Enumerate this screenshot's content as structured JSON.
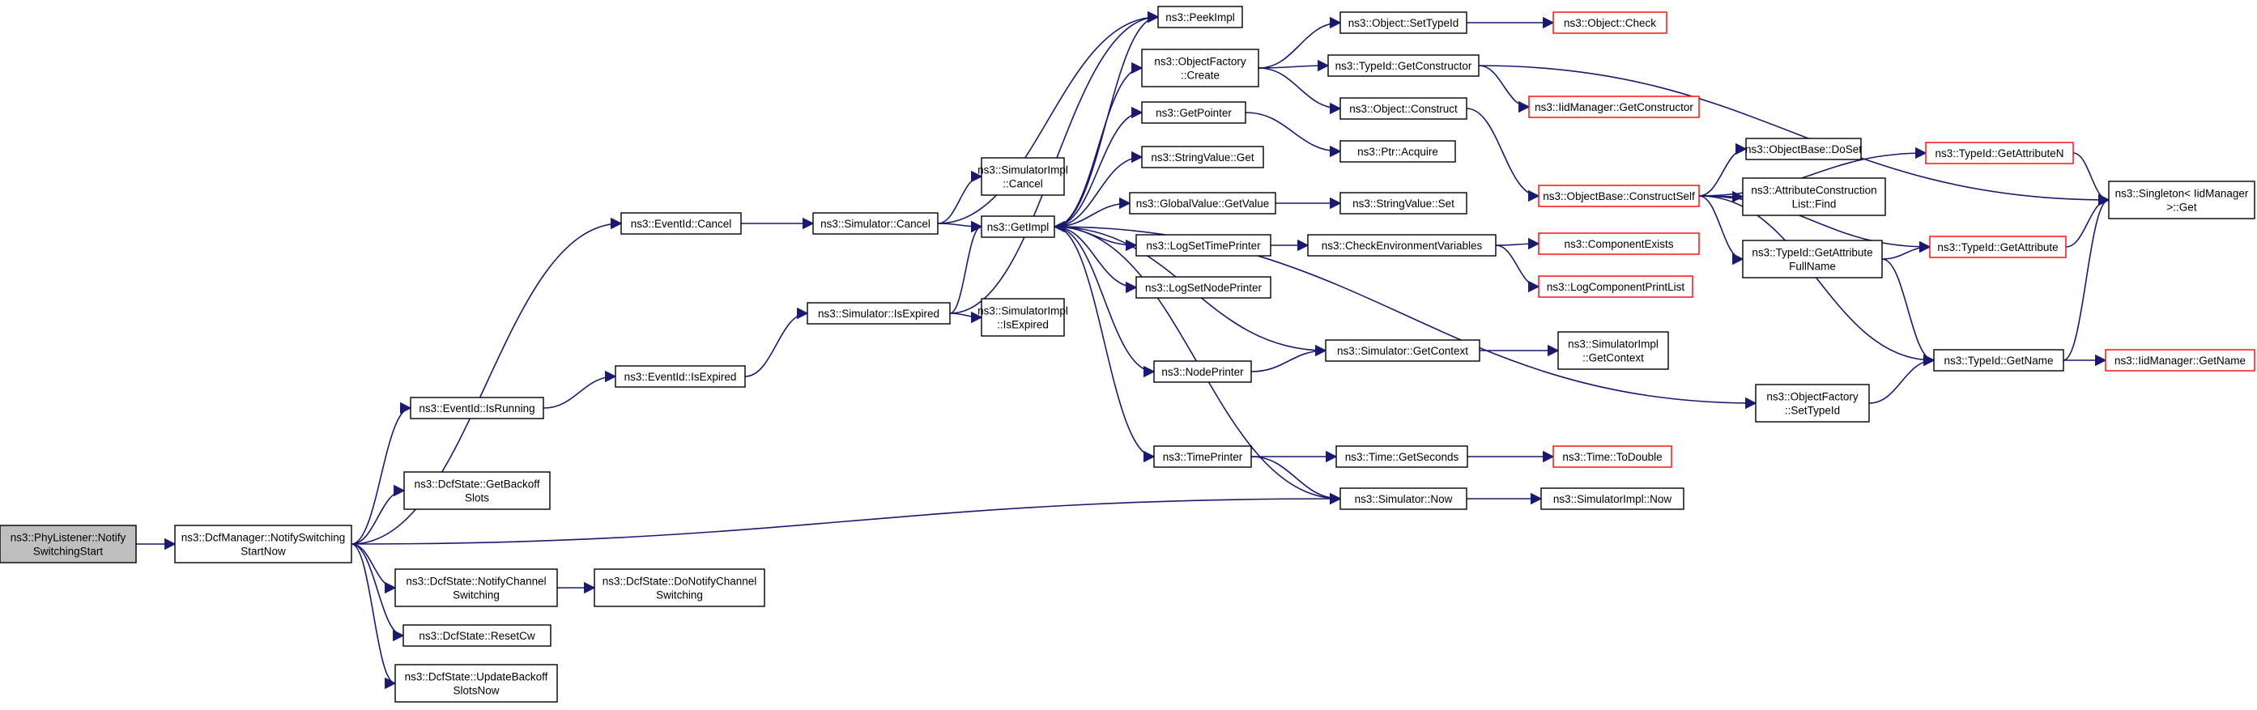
{
  "colors": {
    "edge": "#191970",
    "node_border_documented": "#000000",
    "node_border_undocumented": "#ff0000",
    "node_fill_root": "#bfbfbf",
    "node_fill": "#ffffff"
  },
  "nodes": [
    {
      "id": "root",
      "lines": [
        "ns3::PhyListener::Notify",
        "SwitchingStart"
      ],
      "style": "root"
    },
    {
      "id": "notify_sw",
      "lines": [
        "ns3::DcfManager::NotifySwitching",
        "StartNow"
      ],
      "style": "normal"
    },
    {
      "id": "evcancel",
      "lines": [
        "ns3::EventId::Cancel"
      ],
      "style": "normal"
    },
    {
      "id": "evrunning",
      "lines": [
        "ns3::EventId::IsRunning"
      ],
      "style": "normal"
    },
    {
      "id": "getbackoff",
      "lines": [
        "ns3::DcfState::GetBackoff",
        "Slots"
      ],
      "style": "normal"
    },
    {
      "id": "notifychan",
      "lines": [
        "ns3::DcfState::NotifyChannel",
        "Switching"
      ],
      "style": "normal"
    },
    {
      "id": "resetcw",
      "lines": [
        "ns3::DcfState::ResetCw"
      ],
      "style": "normal"
    },
    {
      "id": "updbackoff",
      "lines": [
        "ns3::DcfState::UpdateBackoff",
        "SlotsNow"
      ],
      "style": "normal"
    },
    {
      "id": "evexpired",
      "lines": [
        "ns3::EventId::IsExpired"
      ],
      "style": "normal"
    },
    {
      "id": "simcancel",
      "lines": [
        "ns3::Simulator::Cancel"
      ],
      "style": "normal"
    },
    {
      "id": "simexpired",
      "lines": [
        "ns3::Simulator::IsExpired"
      ],
      "style": "normal"
    },
    {
      "id": "donotify",
      "lines": [
        "ns3::DcfState::DoNotifyChannel",
        "Switching"
      ],
      "style": "normal"
    },
    {
      "id": "simimplcancel",
      "lines": [
        "ns3::SimulatorImpl",
        "::Cancel"
      ],
      "style": "normal"
    },
    {
      "id": "getimpl",
      "lines": [
        "ns3::GetImpl"
      ],
      "style": "normal"
    },
    {
      "id": "simimplexp",
      "lines": [
        "ns3::SimulatorImpl",
        "::IsExpired"
      ],
      "style": "normal"
    },
    {
      "id": "peekimpl",
      "lines": [
        "ns3::PeekImpl"
      ],
      "style": "normal"
    },
    {
      "id": "ofcreate",
      "lines": [
        "ns3::ObjectFactory",
        "::Create"
      ],
      "style": "normal"
    },
    {
      "id": "getpointer",
      "lines": [
        "ns3::GetPointer"
      ],
      "style": "normal"
    },
    {
      "id": "strvalget",
      "lines": [
        "ns3::StringValue::Get"
      ],
      "style": "normal"
    },
    {
      "id": "gvgetvalue",
      "lines": [
        "ns3::GlobalValue::GetValue"
      ],
      "style": "normal"
    },
    {
      "id": "logsettime",
      "lines": [
        "ns3::LogSetTimePrinter"
      ],
      "style": "normal"
    },
    {
      "id": "logsetnode",
      "lines": [
        "ns3::LogSetNodePrinter"
      ],
      "style": "normal"
    },
    {
      "id": "nodeprinter",
      "lines": [
        "ns3::NodePrinter"
      ],
      "style": "normal"
    },
    {
      "id": "timeprinter",
      "lines": [
        "ns3::TimePrinter"
      ],
      "style": "normal"
    },
    {
      "id": "objsettypeid",
      "lines": [
        "ns3::Object::SetTypeId"
      ],
      "style": "normal"
    },
    {
      "id": "tidgetctor",
      "lines": [
        "ns3::TypeId::GetConstructor"
      ],
      "style": "normal"
    },
    {
      "id": "objconstruct",
      "lines": [
        "ns3::Object::Construct"
      ],
      "style": "normal"
    },
    {
      "id": "ptracquire",
      "lines": [
        "ns3::Ptr::Acquire"
      ],
      "style": "normal"
    },
    {
      "id": "strvalset",
      "lines": [
        "ns3::StringValue::Set"
      ],
      "style": "normal"
    },
    {
      "id": "checkenv",
      "lines": [
        "ns3::CheckEnvironmentVariables"
      ],
      "style": "normal"
    },
    {
      "id": "simgetctx",
      "lines": [
        "ns3::Simulator::GetContext"
      ],
      "style": "normal"
    },
    {
      "id": "timegetsec",
      "lines": [
        "ns3::Time::GetSeconds"
      ],
      "style": "normal"
    },
    {
      "id": "simnow",
      "lines": [
        "ns3::Simulator::Now"
      ],
      "style": "normal"
    },
    {
      "id": "objcheck",
      "lines": [
        "ns3::Object::Check"
      ],
      "style": "red"
    },
    {
      "id": "iidgetctor",
      "lines": [
        "ns3::IidManager::GetConstructor"
      ],
      "style": "red"
    },
    {
      "id": "obconstself",
      "lines": [
        "ns3::ObjectBase::ConstructSelf"
      ],
      "style": "red"
    },
    {
      "id": "compexists",
      "lines": [
        "ns3::ComponentExists"
      ],
      "style": "red"
    },
    {
      "id": "logcomplist",
      "lines": [
        "ns3::LogComponentPrintList"
      ],
      "style": "red"
    },
    {
      "id": "simimplgetctx",
      "lines": [
        "ns3::SimulatorImpl",
        "::GetContext"
      ],
      "style": "normal"
    },
    {
      "id": "timetodouble",
      "lines": [
        "ns3::Time::ToDouble"
      ],
      "style": "red"
    },
    {
      "id": "simimplnow",
      "lines": [
        "ns3::SimulatorImpl::Now"
      ],
      "style": "normal"
    },
    {
      "id": "obdoset",
      "lines": [
        "ns3::ObjectBase::DoSet"
      ],
      "style": "normal"
    },
    {
      "id": "attrconst",
      "lines": [
        "ns3::AttributeConstruction",
        "List::Find"
      ],
      "style": "normal"
    },
    {
      "id": "tidgetattrfull",
      "lines": [
        "ns3::TypeId::GetAttribute",
        "FullName"
      ],
      "style": "normal"
    },
    {
      "id": "ofsettypeid",
      "lines": [
        "ns3::ObjectFactory",
        "::SetTypeId"
      ],
      "style": "normal"
    },
    {
      "id": "tidgetattrn",
      "lines": [
        "ns3::TypeId::GetAttributeN"
      ],
      "style": "red"
    },
    {
      "id": "tidgetattr",
      "lines": [
        "ns3::TypeId::GetAttribute"
      ],
      "style": "red"
    },
    {
      "id": "tidgetname",
      "lines": [
        "ns3::TypeId::GetName"
      ],
      "style": "normal"
    },
    {
      "id": "singleton",
      "lines": [
        "ns3::Singleton< IidManager",
        ">::Get"
      ],
      "style": "normal"
    },
    {
      "id": "iidgetname",
      "lines": [
        "ns3::IidManager::GetName"
      ],
      "style": "red"
    }
  ],
  "edges": [
    [
      "root",
      "notify_sw"
    ],
    [
      "notify_sw",
      "evcancel"
    ],
    [
      "notify_sw",
      "evrunning"
    ],
    [
      "notify_sw",
      "getbackoff"
    ],
    [
      "notify_sw",
      "simnow"
    ],
    [
      "notify_sw",
      "notifychan"
    ],
    [
      "notify_sw",
      "resetcw"
    ],
    [
      "notify_sw",
      "updbackoff"
    ],
    [
      "evcancel",
      "simcancel"
    ],
    [
      "evrunning",
      "evexpired"
    ],
    [
      "evexpired",
      "simexpired"
    ],
    [
      "notifychan",
      "donotify"
    ],
    [
      "simcancel",
      "simimplcancel"
    ],
    [
      "simcancel",
      "getimpl"
    ],
    [
      "simcancel",
      "peekimpl"
    ],
    [
      "simexpired",
      "getimpl"
    ],
    [
      "simexpired",
      "simimplexp"
    ],
    [
      "simexpired",
      "peekimpl"
    ],
    [
      "getimpl",
      "peekimpl"
    ],
    [
      "getimpl",
      "ofcreate"
    ],
    [
      "getimpl",
      "getpointer"
    ],
    [
      "getimpl",
      "strvalget"
    ],
    [
      "getimpl",
      "gvgetvalue"
    ],
    [
      "getimpl",
      "logsettime"
    ],
    [
      "getimpl",
      "logsetnode"
    ],
    [
      "getimpl",
      "nodeprinter"
    ],
    [
      "getimpl",
      "timeprinter"
    ],
    [
      "ofcreate",
      "objsettypeid"
    ],
    [
      "ofcreate",
      "tidgetctor"
    ],
    [
      "ofcreate",
      "objconstruct"
    ],
    [
      "getpointer",
      "ptracquire"
    ],
    [
      "gvgetvalue",
      "strvalset"
    ],
    [
      "logsettime",
      "checkenv"
    ],
    [
      "nodeprinter",
      "simgetctx"
    ],
    [
      "timeprinter",
      "timegetsec"
    ],
    [
      "timeprinter",
      "simnow"
    ],
    [
      "objsettypeid",
      "objcheck"
    ],
    [
      "tidgetctor",
      "iidgetctor"
    ],
    [
      "tidgetctor",
      "singleton"
    ],
    [
      "objconstruct",
      "obconstself"
    ],
    [
      "checkenv",
      "compexists"
    ],
    [
      "checkenv",
      "logcomplist"
    ],
    [
      "simgetctx",
      "getimpl"
    ],
    [
      "simgetctx",
      "simimplgetctx"
    ],
    [
      "timegetsec",
      "timetodouble"
    ],
    [
      "simnow",
      "getimpl"
    ],
    [
      "simnow",
      "simimplnow"
    ],
    [
      "obconstself",
      "obdoset"
    ],
    [
      "obconstself",
      "attrconst"
    ],
    [
      "obconstself",
      "tidgetattrfull"
    ],
    [
      "obconstself",
      "tidgetattrn"
    ],
    [
      "obconstself",
      "tidgetattr"
    ],
    [
      "obconstself",
      "tidgetname"
    ],
    [
      "tidgetattrfull",
      "tidgetattr"
    ],
    [
      "tidgetattrfull",
      "tidgetname"
    ],
    [
      "ofsettypeid",
      "tidgetname"
    ],
    [
      "getimpl",
      "ofsettypeid"
    ],
    [
      "tidgetattrn",
      "singleton"
    ],
    [
      "tidgetattr",
      "singleton"
    ],
    [
      "tidgetname",
      "singleton"
    ],
    [
      "tidgetname",
      "iidgetname"
    ]
  ]
}
